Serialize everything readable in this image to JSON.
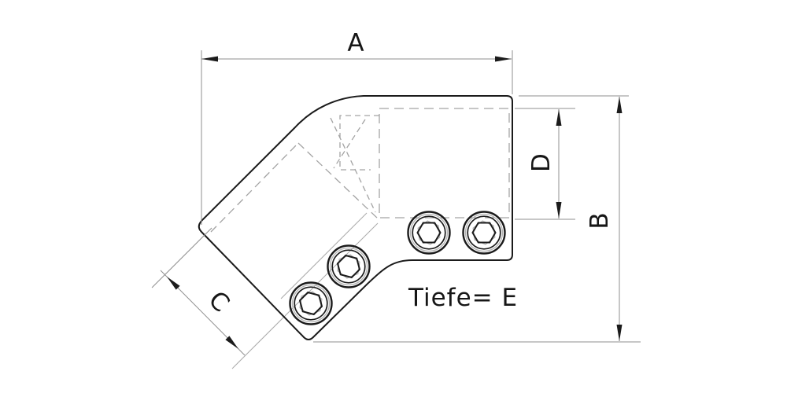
{
  "drawing": {
    "type": "technical-drawing",
    "part": "45-degree elbow tube connector, side view",
    "dimensions": {
      "a": {
        "label": "A",
        "orientation": "horizontal",
        "measures": "overall width"
      },
      "b": {
        "label": "B",
        "orientation": "vertical",
        "measures": "overall height"
      },
      "c": {
        "label": "C",
        "orientation": "diagonal-45",
        "measures": "end face of angled socket"
      },
      "d": {
        "label": "D",
        "orientation": "vertical",
        "measures": "bore insertion depth"
      }
    },
    "depth_note": "Tiefe= E",
    "screw_count": 4,
    "screw_type": "hex-socket-set-screw",
    "colors": {
      "background": "#ffffff",
      "outline": "#1b1b1b",
      "thin_line": "#8f8f8f",
      "hidden_line": "#a3a3a3",
      "screw_detail": "#b3b3b3",
      "text": "#161616"
    }
  }
}
